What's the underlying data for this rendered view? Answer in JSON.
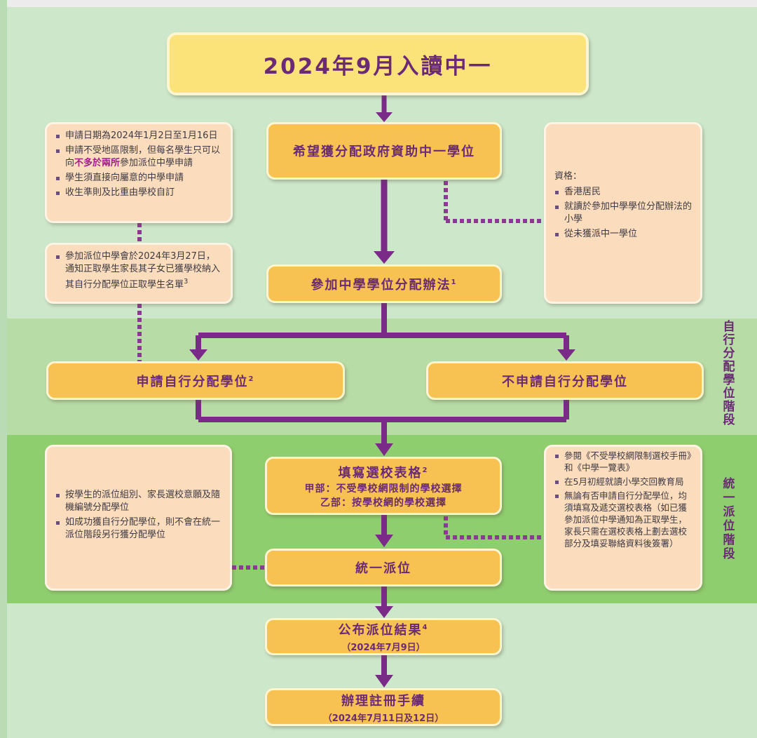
{
  "title": "2024年9月入讀中一",
  "steps": {
    "hope": "希望獲分配政府資助中一學位",
    "join": "參加中學學位分配辦法",
    "join_sup": "1",
    "apply_dp": "申請自行分配學位",
    "apply_dp_sup": "2",
    "no_dp": "不申請自行分配學位",
    "fill_form": "填寫選校表格",
    "fill_form_sup": "2",
    "part_a": "甲部：不受學校網限制的學校選擇",
    "part_b": "乙部：按學校網的學校選擇",
    "central": "統一派位",
    "announce": "公布派位結果",
    "announce_sup": "4",
    "announce_date": "（2024年7月9日）",
    "register": "辦理註冊手續",
    "register_date": "（2024年7月11日及12日）"
  },
  "notes": {
    "dp_application": {
      "item1": "申請日期為2024年1月2日至1月16日",
      "item2_pre": "申請不受地區限制，但每名學生只可以向",
      "item2_hl": "不多於兩所",
      "item2_post": "參加派位中學申請",
      "item3": "學生須直接向屬意的中學申請",
      "item4": "收生準則及比重由學校自訂"
    },
    "dp_notify": {
      "text": "參加派位中學會於2024年3月27日，通知正取學生家長其子女已獲學校納入其自行分配學位正取學生名單",
      "sup": "3"
    },
    "eligibility": {
      "heading": "資格：",
      "item1": "香港居民",
      "item2": "就讀於參加中學學位分配辦法的小學",
      "item3": "從未獲派中一學位"
    },
    "allocation": {
      "item1": "按學生的派位組別、家長選校意願及隨機編號分配學位",
      "item2": "如成功獲自行分配學位，則不會在統一派位階段另行獲分配學位"
    },
    "forms": {
      "item1": "參閱《不受學校網限制選校手冊》和《中學一覽表》",
      "item2": "在5月初經就讀小學交回教育局",
      "item3": "無論有否申請自行分配學位，均須填寫及遞交選校表格（如已獲參加派位中學通知為正取學生，家長只需在選校表格上劃去選校部分及填妥聯絡資料後簽署）"
    }
  },
  "stages": {
    "dp_stage": [
      "自",
      "行",
      "分",
      "配",
      "學",
      "位",
      "階",
      "段"
    ],
    "central_stage": [
      "統",
      "一",
      "派",
      "位",
      "階",
      "段"
    ]
  },
  "colors": {
    "arrow": "#7a2a87",
    "box": "#f8c253",
    "title_box": "#fbe37a",
    "note": "#fbdcbc",
    "text_purple": "#6b2a76"
  }
}
